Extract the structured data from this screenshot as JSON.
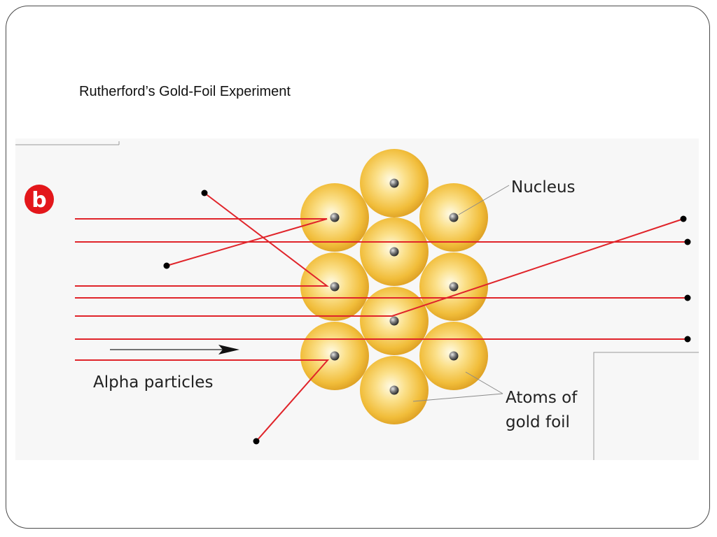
{
  "slide": {
    "title": "Rutherford’s Gold-Foil Experiment"
  },
  "diagram": {
    "panel_letter": "b",
    "labels": {
      "nucleus": "Nucleus",
      "alpha_particles": "Alpha particles",
      "atoms_line1": "Atoms of",
      "atoms_line2": "gold foil"
    },
    "colors": {
      "ray": "#e0242a",
      "atom": "#f3c23c",
      "nucleus": "#6a6a6a",
      "badge": "#e3171b"
    }
  }
}
